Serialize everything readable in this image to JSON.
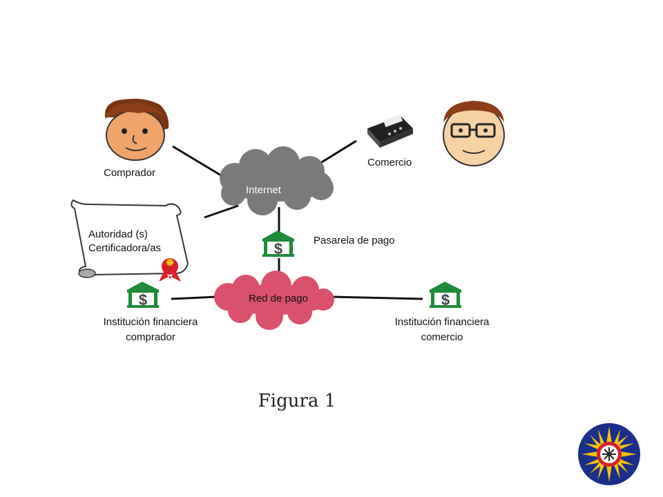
{
  "nodes": {
    "comprador": "Comprador",
    "comercio": "Comercio",
    "internet": "Internet",
    "pasarela": "Pasarela de pago",
    "red": "Red de pago",
    "autoridad_line1": "Autoridad (s)",
    "autoridad_line2": "Certificadora/as",
    "inst_comprador_line1": "Institución financiera",
    "inst_comprador_line2": "comprador",
    "inst_comercio_line1": "Institución financiera",
    "inst_comercio_line2": "comercio"
  },
  "caption": "Figura 1",
  "colors": {
    "internet_cloud": "#7a7a7a",
    "payment_cloud": "#d9516c",
    "bank_icon": "#1f8a3a",
    "seal": "#d8202a",
    "logo_blue": "#1a2e8a",
    "logo_yellow": "#f4c10f"
  },
  "icons": [
    "buyer-face-icon",
    "merchant-face-icon",
    "fax-machine-icon",
    "certificate-scroll-icon",
    "bank-dollar-icon",
    "university-logo-icon"
  ]
}
